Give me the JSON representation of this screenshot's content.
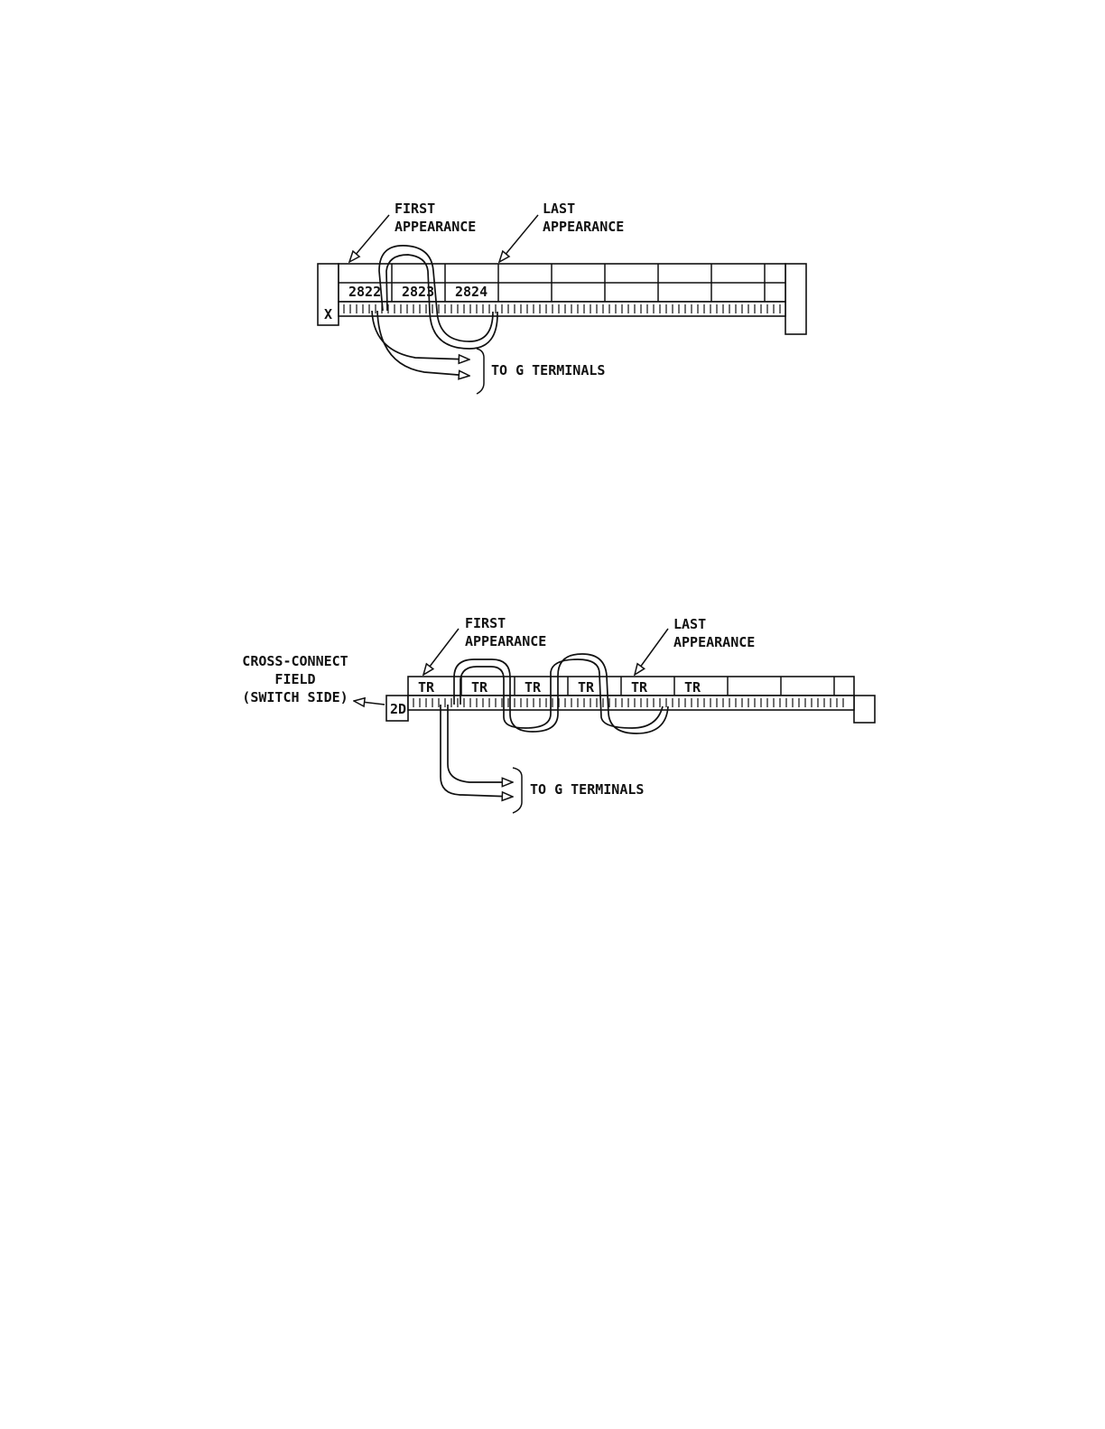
{
  "diagram_top": {
    "first_appearance_label": [
      "FIRST",
      "APPEARANCE"
    ],
    "last_appearance_label": [
      "LAST",
      "APPEARANCE"
    ],
    "row_end_label": "X",
    "cells": [
      "2822",
      "2823",
      "2824",
      "",
      "",
      "",
      "",
      "",
      ""
    ],
    "to_g_terminals_label": "TO G TERMINALS"
  },
  "diagram_bottom": {
    "first_appearance_label": [
      "FIRST",
      "APPEARANCE"
    ],
    "last_appearance_label": [
      "LAST",
      "APPEARANCE"
    ],
    "cross_connect_label": [
      "CROSS-CONNECT",
      "FIELD",
      "(SWITCH SIDE)"
    ],
    "row_end_label": "2D",
    "cells": [
      "TR",
      "TR",
      "TR",
      "TR",
      "TR",
      "TR",
      "",
      "",
      ""
    ],
    "to_g_terminals_label": "TO G TERMINALS"
  }
}
